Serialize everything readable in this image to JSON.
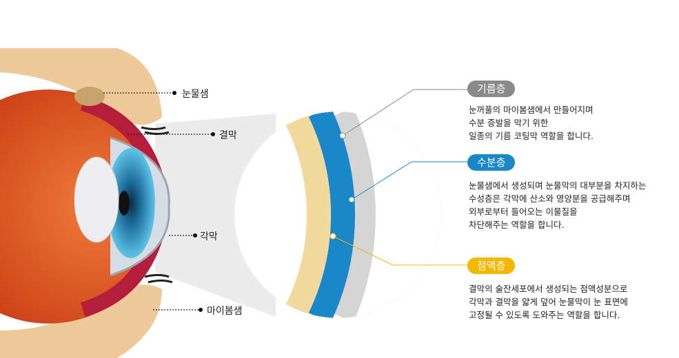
{
  "labels": {
    "lacrimal_gland": "눈물샘",
    "conjunctiva": "결막",
    "cornea": "각막",
    "meibomian_gland": "마이봄샘"
  },
  "layers": [
    {
      "name": "기름층",
      "color": "#8a8a8a",
      "lines": [
        "눈꺼풀의 마이봄샘에서 만들어지며",
        "수분 증발을 막기 위한",
        "일종의 기름 코팅막 역할을 합니다."
      ]
    },
    {
      "name": "수분층",
      "color": "#1a87c9",
      "lines": [
        "눈물샘에서 생성되며 눈물막의 대부분을 차지하는",
        "수성층은 각막에 산소와 영양분을 공급해주며",
        "외부로부터 들어오는 이물질을",
        "차단해주는 역할을 합니다."
      ]
    },
    {
      "name": "점액층",
      "color": "#f5b700",
      "lines": [
        "결막의 술잔세포에서 생성되는 점액성분으로",
        "각막과 결막을 얇게 덮어 눈물막이 눈 표면에",
        "고정될 수 있도록 도와주는 역할을 합니다."
      ]
    }
  ]
}
